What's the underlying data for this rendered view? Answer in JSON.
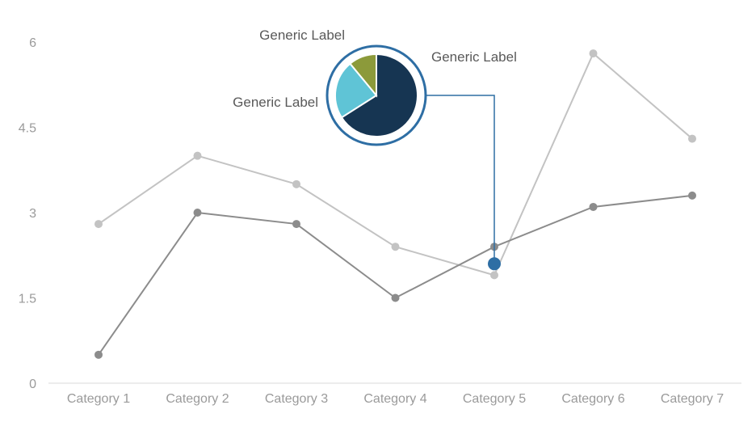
{
  "chart_data": {
    "type": "line",
    "categories": [
      "Category 1",
      "Category 2",
      "Category 3",
      "Category 4",
      "Category 5",
      "Category 6",
      "Category 7"
    ],
    "series": [
      {
        "values": [
          2.8,
          4.0,
          3.5,
          2.4,
          1.9,
          5.8,
          4.3
        ],
        "color": "#c3c3c3"
      },
      {
        "values": [
          0.5,
          3.0,
          2.8,
          1.5,
          2.4,
          3.1,
          3.3
        ],
        "color": "#8c8c8c"
      }
    ],
    "y_ticks": [
      "0",
      "1.5",
      "3",
      "4.5",
      "6"
    ],
    "ylim": [
      0,
      6
    ],
    "grid": false,
    "highlight": {
      "category_index": 4,
      "value": 2.1,
      "color": "#2e6ea4"
    },
    "inset_pie": {
      "slices": [
        {
          "label": "Generic Label",
          "value": 66,
          "color": "#163552"
        },
        {
          "label": "Generic Label",
          "value": 23,
          "color": "#5fc4d6"
        },
        {
          "label": "Generic Label",
          "value": 11,
          "color": "#8c9a3a"
        }
      ],
      "ring_color": "#2e6ea4"
    }
  }
}
